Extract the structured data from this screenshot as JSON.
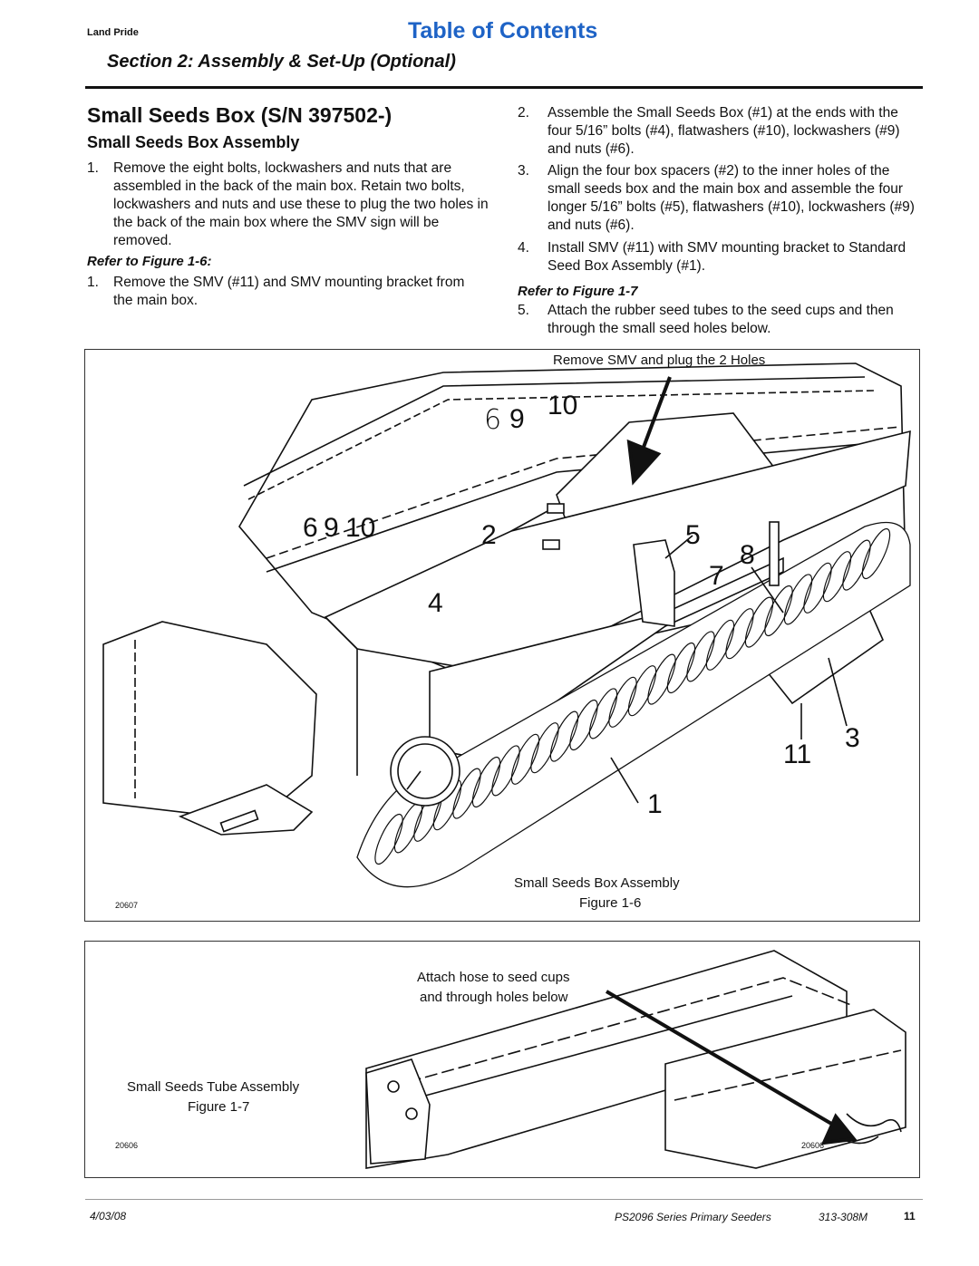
{
  "header": {
    "brand": "Land Pride",
    "toc_link": "Table of Contents",
    "section_title": "Section 2: Assembly & Set-Up (Optional)"
  },
  "title": "Small Seeds Box (S/N 397502-)",
  "subtitle": "Small Seeds Box Assembly",
  "left_col": {
    "step1_num": "1.",
    "step1_text": "Remove the eight bolts, lockwashers and nuts that are assembled in the back of the main box. Retain two bolts, lockwashers and nuts and use these to plug the two holes in the back of the main box where the SMV sign will be removed.",
    "refer": "Refer to Figure 1-6:",
    "step1b_num": "1.",
    "step1b_text": "Remove the SMV (#11) and SMV mounting bracket from the main box."
  },
  "right_col": {
    "step2_num": "2.",
    "step2_text": "Assemble the Small Seeds Box (#1) at the ends with the four 5/16” bolts (#4), flatwashers (#10), lockwashers (#9) and nuts (#6).",
    "step3_num": "3.",
    "step3_text": "Align the four box spacers (#2) to the inner holes of the small seeds box and the main box and assemble the four longer 5/16” bolts (#5), flatwashers (#10), lockwashers (#9) and nuts (#6).",
    "step4_num": "4.",
    "step4_text": "Install SMV (#11) with SMV mounting bracket to Standard Seed Box Assembly (#1).",
    "refer": "Refer to Figure 1-7",
    "step5_num": "5.",
    "step5_text": "Attach the rubber seed tubes to the seed cups and then through the small seed holes below."
  },
  "figure1": {
    "callout": "Remove SMV and plug the 2 Holes",
    "caption": "Small Seeds Box Assembly",
    "label": "Figure 1-6",
    "id": "20607",
    "labels": [
      "6",
      "9",
      "10",
      "6",
      "9",
      "10",
      "2",
      "5",
      "8",
      "7",
      "4",
      "11",
      "3",
      "1"
    ]
  },
  "figure2": {
    "callout_line1": "Attach hose to seed cups",
    "callout_line2": "and through holes below",
    "caption": "Small Seeds Tube Assembly",
    "label": "Figure 1-7",
    "id": "20606",
    "id2": "20606"
  },
  "footer": {
    "date": "4/03/08",
    "doc": "PS2096 Series Primary Seeders",
    "part": "313-308M",
    "page": "11"
  }
}
